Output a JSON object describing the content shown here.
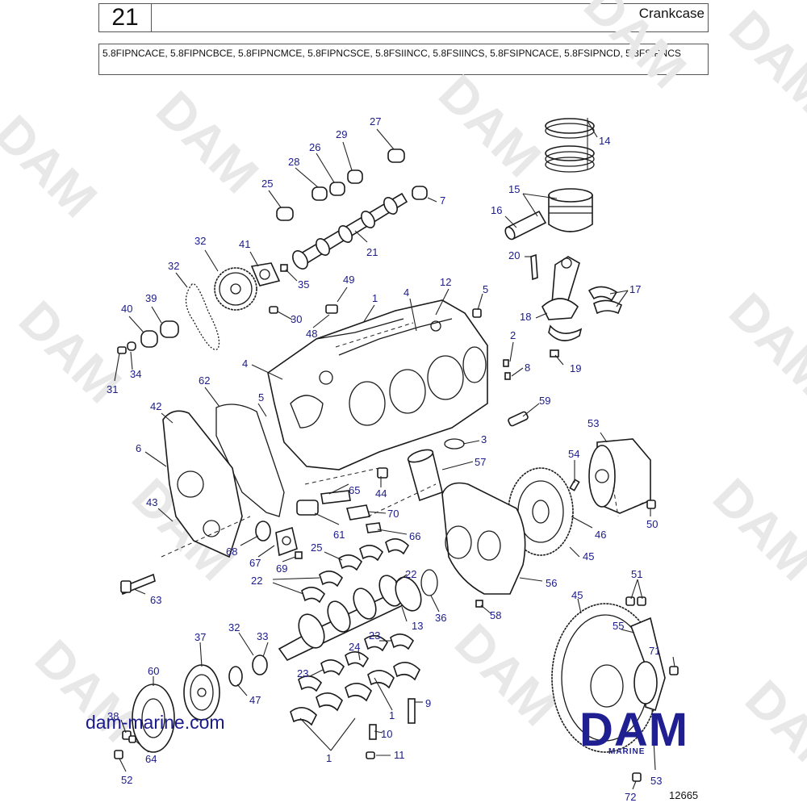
{
  "header": {
    "section_number": "21",
    "title": "Crankcase",
    "models": "5.8FIPNCACE, 5.8FIPNCBCE, 5.8FIPNCMCE, 5.8FIPNCSCE, 5.8FSIINCC, 5.8FSIINCS, 5.8FSIPNCACE, 5.8FSIPNCD, 5.8FSIPNCS"
  },
  "watermark_text": "DAM",
  "website": "dam-marine.com",
  "brand": {
    "name": "DAM",
    "subtitle": "MARINE",
    "color": "#1f1f92"
  },
  "figure_number": "12665",
  "callout_color": "#1b1b8a",
  "callouts": [
    "27",
    "29",
    "26",
    "28",
    "25",
    "7",
    "21",
    "14",
    "15",
    "16",
    "20",
    "17",
    "18",
    "19",
    "32",
    "41",
    "35",
    "49",
    "12",
    "5",
    "4",
    "1",
    "32",
    "30",
    "48",
    "39",
    "40",
    "34",
    "31",
    "2",
    "8",
    "4",
    "62",
    "5",
    "42",
    "59",
    "6",
    "53",
    "3",
    "57",
    "54",
    "43",
    "65",
    "44",
    "70",
    "61",
    "50",
    "46",
    "66",
    "68",
    "67",
    "69",
    "25",
    "22",
    "63",
    "22",
    "45",
    "56",
    "36",
    "13",
    "58",
    "45",
    "51",
    "37",
    "32",
    "33",
    "23",
    "24",
    "55",
    "71",
    "60",
    "23",
    "47",
    "9",
    "38",
    "1",
    "10",
    "64",
    "11",
    "1",
    "52",
    "53",
    "72"
  ]
}
